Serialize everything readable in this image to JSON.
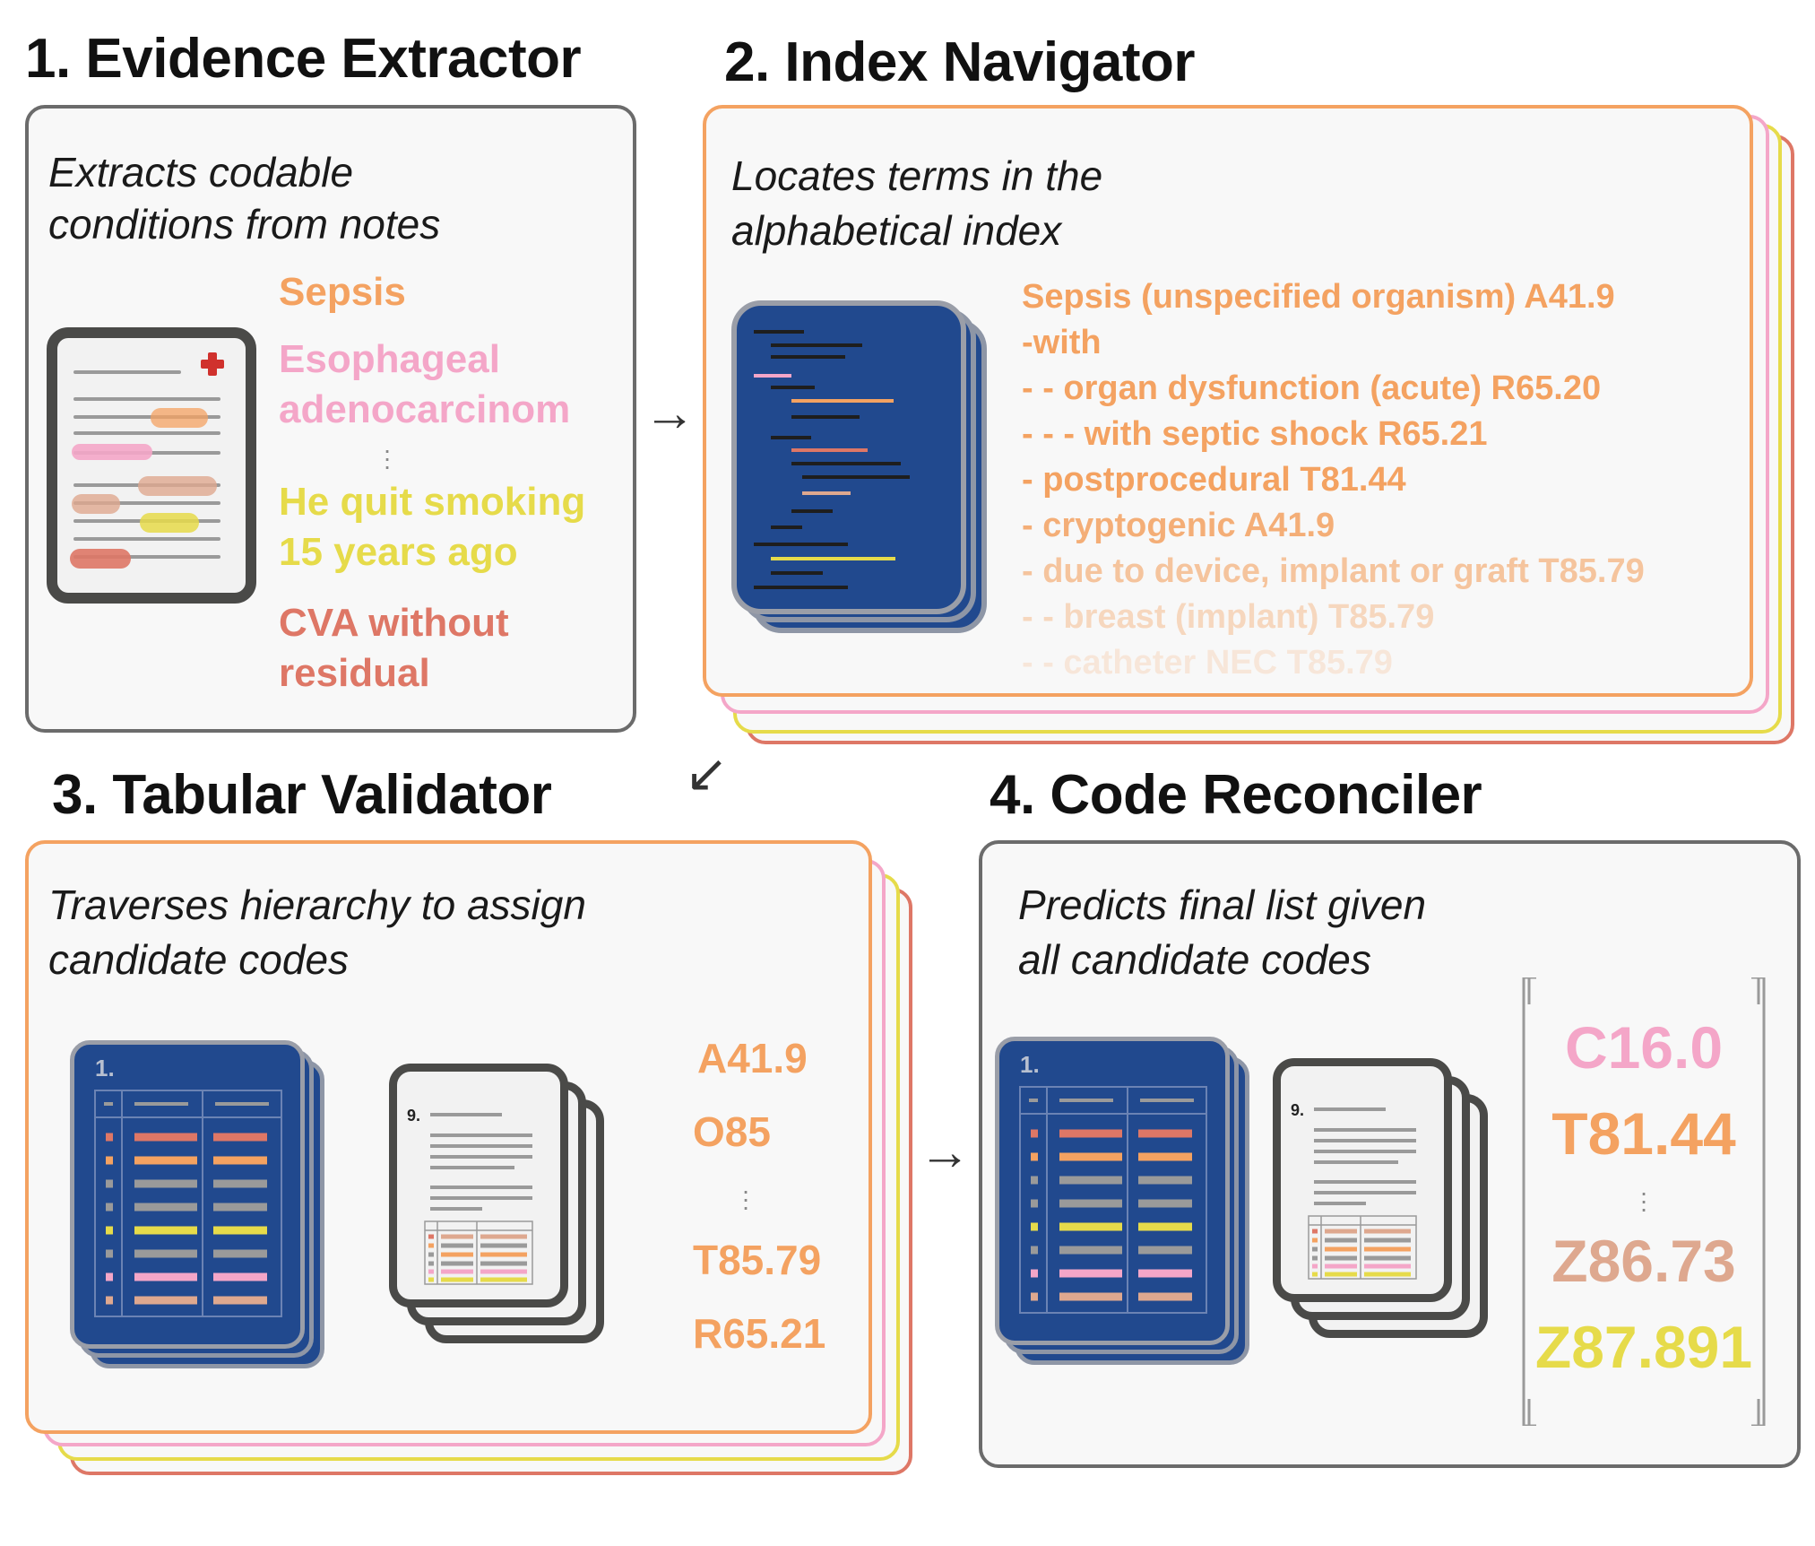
{
  "colors": {
    "orange": "#f4a261",
    "pink": "#f4a6c8",
    "yellow": "#e6db4a",
    "red": "#de7766",
    "tan": "#dea88f",
    "navy": "#21498e",
    "gray": "#9a9a9a",
    "panel_border": "#6b6b6b"
  },
  "step1": {
    "title": "1. Evidence Extractor",
    "desc_line1": "Extracts codable",
    "desc_line2": "conditions from notes",
    "items": [
      {
        "lines": [
          "Sepsis"
        ],
        "color": "#f4a261"
      },
      {
        "lines": [
          "Esophageal",
          "adenocarcinom"
        ],
        "color": "#f4a6c8"
      },
      {
        "lines": [
          "He quit smoking",
          "15 years ago"
        ],
        "color": "#e6db4a"
      },
      {
        "lines": [
          "CVA without",
          "residual"
        ],
        "color": "#de7766"
      }
    ],
    "icon": "medical-note-icon"
  },
  "step2": {
    "title": "2. Index Navigator",
    "desc_line1": "Locates terms in the",
    "desc_line2": "alphabetical index",
    "entries": [
      "Sepsis (unspecified organism) A41.9",
      "-with",
      "- - organ dysfunction (acute) R65.20",
      "- - - with septic shock R65.21",
      "- postprocedural T81.44",
      "- cryptogenic A41.9",
      "- due to device, implant or graft T85.79",
      "- - breast (implant) T85.79",
      "- - catheter NEC T85.79"
    ],
    "icon": "index-book-icon"
  },
  "step3": {
    "title": "3. Tabular Validator",
    "desc_line1": "Traverses hierarchy to assign",
    "desc_line2": "candidate codes",
    "codes_top": [
      "A41.9",
      "O85"
    ],
    "codes_bottom": [
      "T85.79",
      "R65.21"
    ],
    "table_label": "1.",
    "doc_label": "9."
  },
  "step4": {
    "title": "4. Code Reconciler",
    "desc_line1": "Predicts final list given",
    "desc_line2": "all candidate codes",
    "codes": [
      {
        "code": "C16.0",
        "color": "#f4a6c8"
      },
      {
        "code": "T81.44",
        "color": "#f4a261"
      },
      {
        "code": "Z86.73",
        "color": "#dea88f"
      },
      {
        "code": "Z87.891",
        "color": "#e6db4a"
      }
    ],
    "table_label": "1.",
    "doc_label": "9."
  },
  "arrows": [
    "→",
    "↙",
    "→"
  ]
}
